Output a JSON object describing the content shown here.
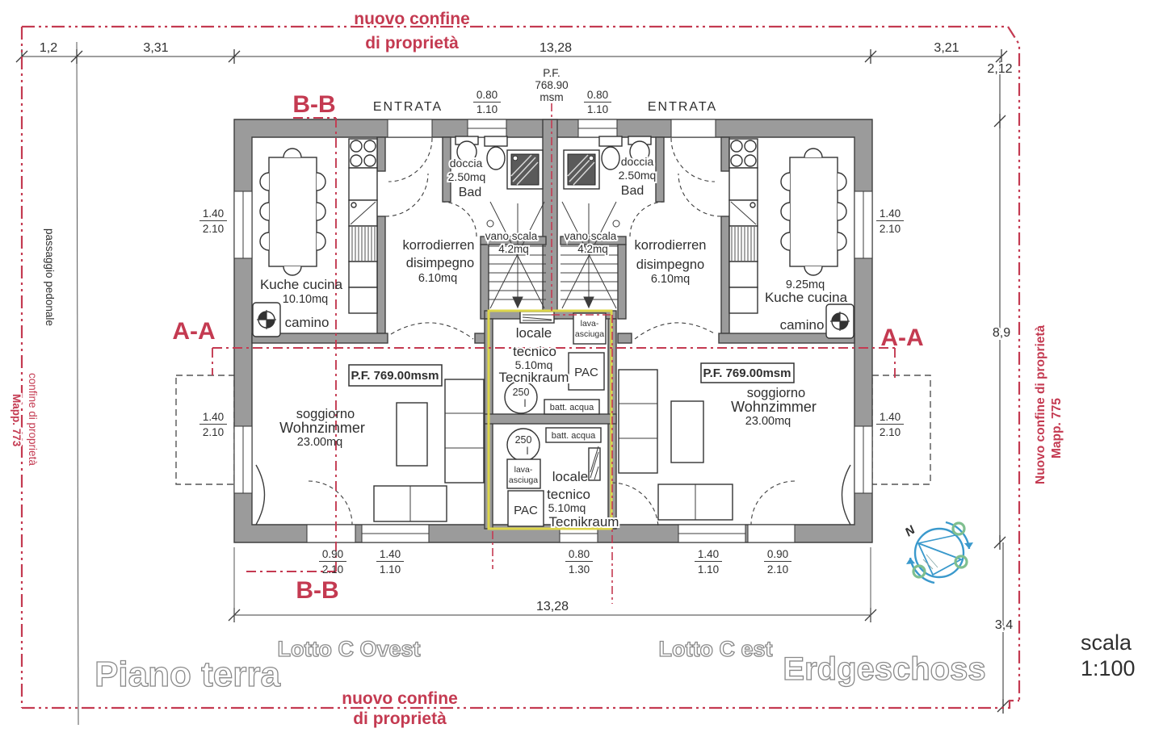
{
  "colors": {
    "boundary_red": "#c43a51",
    "wall_gray": "#9b9b9b",
    "line_black": "#3c3c3c",
    "passage_blue": "#4a63b0",
    "highlight_yellow": "#ddd64a",
    "compass_blue": "#3a99cc",
    "compass_green": "#7fbf8f"
  },
  "boundary": {
    "new_line1": "nuovo confine",
    "new_line2": "di proprietà",
    "right_label": "Nuovo confine di proprietà",
    "right_mapp": "Mapp. 775",
    "left_label": "confine di proprietà",
    "left_mapp": "Mapp. 773",
    "passage": "passaggio pedonale"
  },
  "sections": {
    "aa": "A-A",
    "bb": "B-B"
  },
  "dims": {
    "d1": "1,2",
    "d2": "3,31",
    "d3": "13,28",
    "d4": "3,21",
    "d5": "2,12",
    "d6": "8,9",
    "d7": "3,4",
    "bottom_total": "13,28"
  },
  "levels": {
    "pf1": "P.F.",
    "pf2": "768.90",
    "pf3": "msm",
    "floor_box": "P.F. 769.00msm"
  },
  "entrance": {
    "label": "ENTRATA"
  },
  "openings": {
    "o1n": "0.80",
    "o1d": "1.10",
    "o2n": "1.40",
    "o2d": "2.10",
    "o3n": "0.90",
    "o3d": "2.10",
    "o4n": "1.40",
    "o4d": "1.10",
    "o5n": "0.80",
    "o5d": "1.30"
  },
  "rooms": {
    "kitchen_west": {
      "name": "Kuche cucina",
      "area": "10.10mq",
      "camino": "camino"
    },
    "kitchen_east": {
      "area": "9.25mq",
      "name": "Kuche cucina",
      "camino": "camino"
    },
    "corridor": {
      "line1": "korrodierren",
      "line2": "disimpegno",
      "area": "6.10mq"
    },
    "bath": {
      "shower": "doccia",
      "area": "2.50mq",
      "name": "Bad"
    },
    "stair": {
      "name": "vano scala",
      "area": "4.2mq"
    },
    "living": {
      "line1": "soggiorno",
      "line2": "Wohnzimmer",
      "area": "23.00mq"
    },
    "tech": {
      "line1": "locale",
      "line2": "tecnico",
      "area": "5.10mq",
      "line3": "Tecnikraum",
      "pac": "PAC",
      "tank_top": "250",
      "tank_bottom": "l",
      "battery": "batt. acqua",
      "lava1": "lava-",
      "lava2": "asciuga"
    }
  },
  "titles": {
    "floor_it": "Piano terra",
    "floor_de": "Erdgeschoss",
    "lot_west": "Lotto C Ovest",
    "lot_east": "Lotto C est",
    "scale_word": "scala",
    "scale_value": "1:100",
    "north": "N"
  }
}
